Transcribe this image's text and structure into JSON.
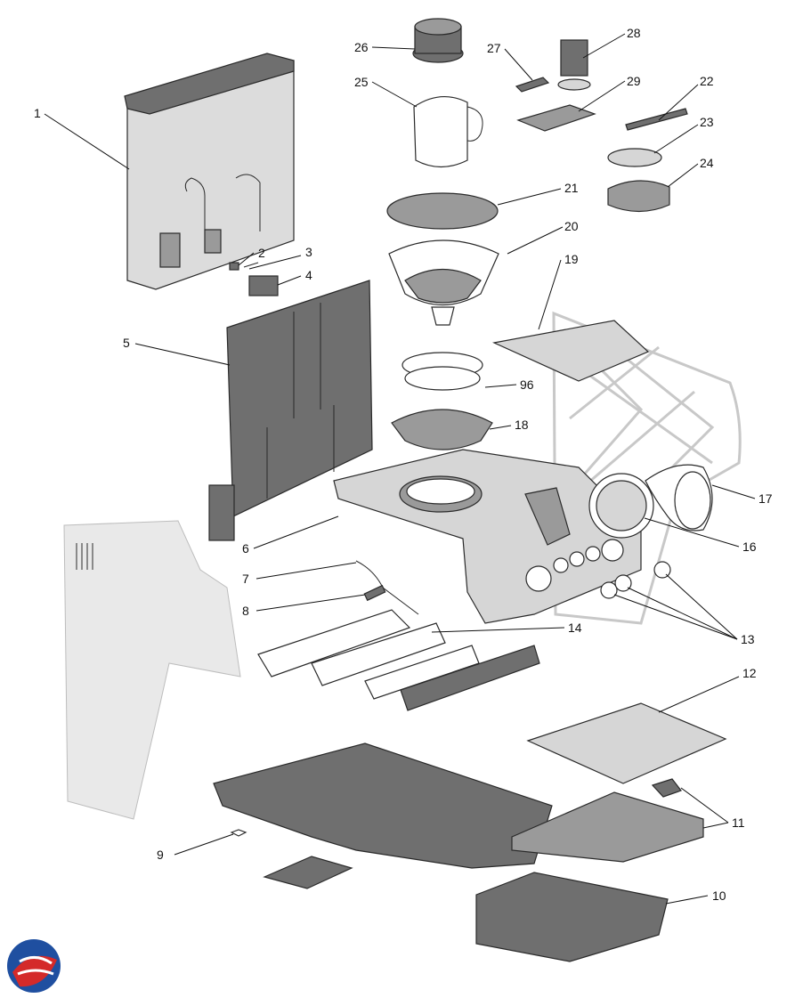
{
  "diagram": {
    "callouts": [
      "1",
      "2",
      "3",
      "4",
      "5",
      "6",
      "7",
      "8",
      "9",
      "10",
      "11",
      "12",
      "13",
      "14",
      "16",
      "17",
      "18",
      "19",
      "20",
      "21",
      "22",
      "23",
      "24",
      "25",
      "26",
      "27",
      "28",
      "29",
      "96"
    ]
  },
  "logo": {
    "colors": [
      "#1f4fa0",
      "#d42a2a"
    ]
  }
}
